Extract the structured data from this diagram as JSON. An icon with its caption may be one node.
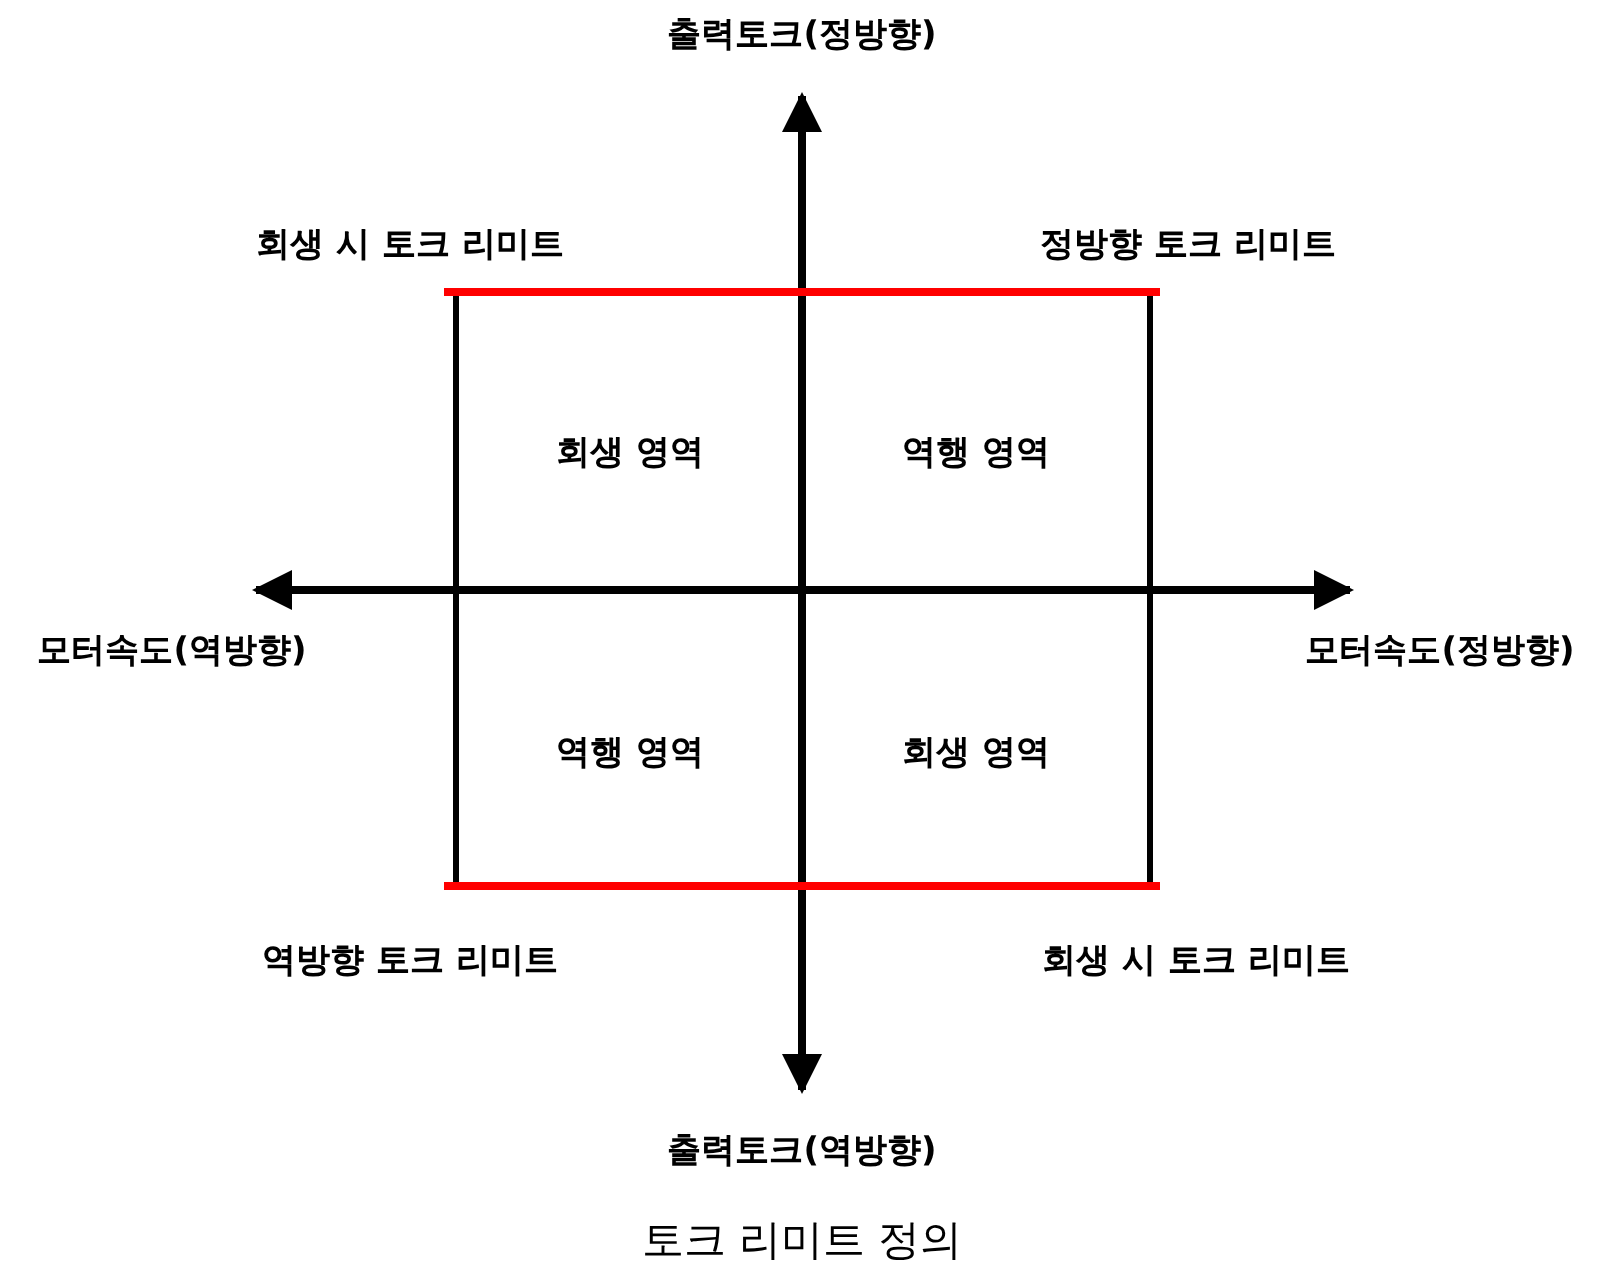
{
  "diagram": {
    "caption": "토크 리미트 정의",
    "labels": [
      "출력토크(정방향)",
      "회생 시 토크 리미트",
      "정방향 토크 리미트",
      "회생 영역",
      "역행 영역",
      "모터속도(역방향)",
      "모터속도(정방향)",
      "역행 영역",
      "회생 영역",
      "역방향 토크 리미트",
      "회생 시 토크 리미트",
      "출력토크(역방향)"
    ]
  }
}
